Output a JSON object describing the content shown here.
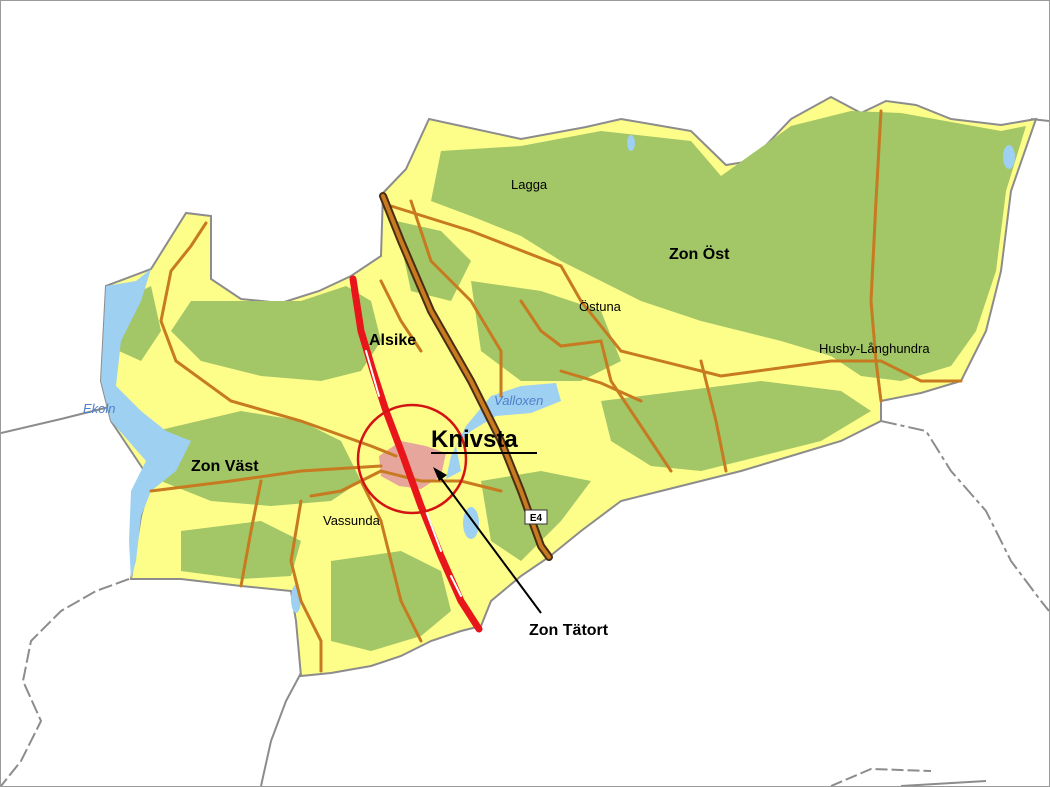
{
  "map": {
    "zones": {
      "east": "Zon Öst",
      "west": "Zon Väst",
      "urban": "Zon Tätort"
    },
    "town": "Knivsta",
    "places": {
      "lagga": "Lagga",
      "ostuna": "Östuna",
      "husby": "Husby-Långhundra",
      "alsike": "Alsike",
      "vassunda": "Vassunda"
    },
    "water": {
      "ekoln": "Ekoln",
      "valloxen": "Valloxen"
    },
    "road_shield": "E4",
    "colors": {
      "forest": "#a3c667",
      "open_land": "#fdfd8a",
      "water": "#9ed0f2",
      "road": "#c77a1f",
      "railway": "#e8161b",
      "urban_area": "#e7a69c",
      "urban_circle": "#d41414",
      "border": "#8c8c8c"
    }
  }
}
